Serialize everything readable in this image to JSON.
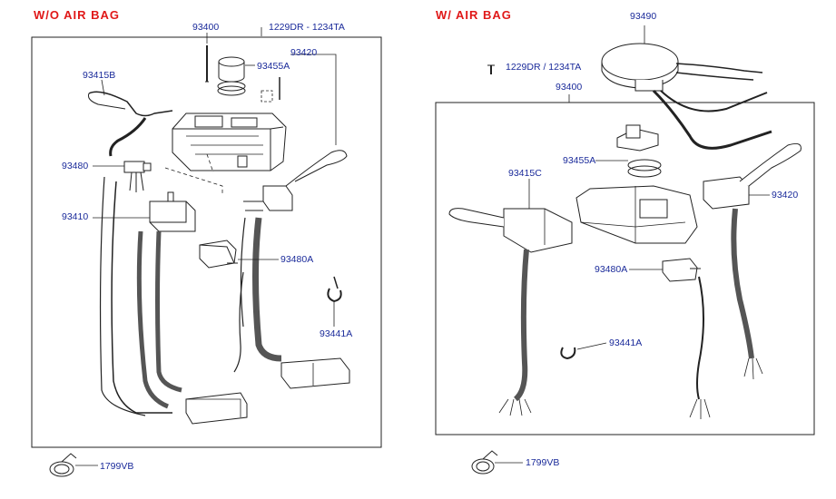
{
  "left_panel": {
    "title": "W/O  AIR  BAG",
    "parts": {
      "p93400": "93400",
      "p1229": "1229DR - 1234TA",
      "p93415B": "93415B",
      "p93455A": "93455A",
      "p93420": "93420",
      "p93480": "93480",
      "p93410": "93410",
      "p93480A": "93480A",
      "p93441A": "93441A",
      "p1799VB": "1799VB"
    }
  },
  "right_panel": {
    "title": "W/  AIR  BAG",
    "parts": {
      "p93490": "93490",
      "p1229": "1229DR / 1234TA",
      "p93400": "93400",
      "p93455A": "93455A",
      "p93415C": "93415C",
      "p93420": "93420",
      "p93480A": "93480A",
      "p93441A": "93441A",
      "p1799VB": "1799VB"
    }
  },
  "colors": {
    "title": "#e01818",
    "label": "#1a2a9a",
    "line": "#222222"
  }
}
